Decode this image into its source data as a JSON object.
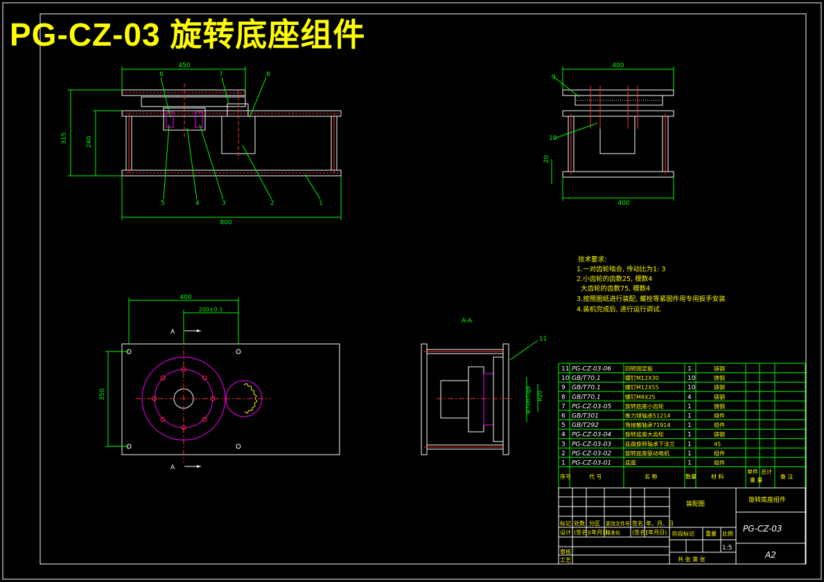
{
  "drawing": {
    "title": "PG-CZ-03 旋转底座组件",
    "colors": {
      "frame": "#ffffff",
      "part": "#ffffff",
      "dim": "#00ff00",
      "center": "#ff3333",
      "accent": "#ff00ff",
      "note": "#ffff00",
      "ring": "#ff00ff"
    }
  },
  "front_view": {
    "dims": {
      "top_width": "450",
      "height_total": "315",
      "height_inner": "240",
      "base_width": "800"
    },
    "callouts": [
      "6",
      "7",
      "8",
      "5",
      "4",
      "3",
      "2",
      "1"
    ]
  },
  "side_view": {
    "dims": {
      "top_width": "400",
      "bottom_width": "400",
      "small_height": "20"
    },
    "callouts": [
      "9",
      "10"
    ]
  },
  "top_view": {
    "dims": {
      "width": "400",
      "bolt_spacing": "200±0.1",
      "height": "350"
    },
    "section_marks": [
      "A",
      "A"
    ]
  },
  "section_view": {
    "label": "A-A",
    "dims": {
      "bore": "Φ70H7/g6",
      "radius": "R20"
    },
    "callouts": [
      "11"
    ]
  },
  "tech_notes": {
    "heading": "技术要求:",
    "lines": [
      "1.一对齿轮啮合, 传动比为1: 3",
      "2.小齿轮的齿数25, 模数4",
      "  大齿轮的齿数75, 模数4",
      "3.按照图纸进行装配, 螺栓等紧固件用专用扳手安装",
      "4.装机完成后, 进行运行调试."
    ]
  },
  "bom": {
    "rows": [
      {
        "no": "11",
        "code": "PG-CZ-03-06",
        "name": "回转固定板",
        "qty": "1",
        "material": "铸钢"
      },
      {
        "no": "10",
        "code": "GB/T70.1",
        "name": "螺钉M12X30",
        "qty": "10",
        "material": "铸钢"
      },
      {
        "no": "9",
        "code": "GB/T70.1",
        "name": "螺钉M12X55",
        "qty": "10",
        "material": "铸钢"
      },
      {
        "no": "8",
        "code": "GB/T70.1",
        "name": "螺钉M8X25",
        "qty": "4",
        "material": "铸钢"
      },
      {
        "no": "7",
        "code": "PG-CZ-03-05",
        "name": "旋转底座小齿轮",
        "qty": "1",
        "material": "铸钢"
      },
      {
        "no": "6",
        "code": "GB/T301",
        "name": "推力球轴承51214",
        "qty": "1",
        "material": "组件"
      },
      {
        "no": "5",
        "code": "GB/T292",
        "name": "角接触轴承71914",
        "qty": "1",
        "material": "组件"
      },
      {
        "no": "4",
        "code": "PG-CZ-03-04",
        "name": "旋转底座大齿轮",
        "qty": "1",
        "material": "铸钢"
      },
      {
        "no": "3",
        "code": "PG-CZ-03-03",
        "name": "底盘旋转轴承下法兰",
        "qty": "1",
        "material": "45"
      },
      {
        "no": "2",
        "code": "PG-CZ-03-02",
        "name": "旋转底座驱动电机",
        "qty": "1",
        "material": "组件"
      },
      {
        "no": "1",
        "code": "PG-CZ-03-01",
        "name": "底座",
        "qty": "1",
        "material": "组件"
      }
    ],
    "header": {
      "no": "序号",
      "code": "代 号",
      "name": "名 称",
      "qty": "数量",
      "material": "材 料",
      "unit": "单件",
      "total": "总计",
      "weight": "重 量",
      "remark": "备 注"
    }
  },
  "title_block": {
    "drawing_type": "装配图",
    "part_name": "旋转底座组件",
    "drawing_no": "PG-CZ-03",
    "sheet": "A2",
    "scale": "1:5",
    "row1": [
      "标记",
      "处数",
      "分区",
      "更改文件号",
      "签名",
      "年、月、日"
    ],
    "row2": [
      "设计",
      "(签名)",
      "(年月日)",
      "标准化",
      "(签名)",
      "(年月日)"
    ],
    "stage_label": "阶段标记",
    "weight_label": "重量",
    "scale_label": "比例",
    "check": "审核",
    "process": "工艺",
    "sheets": "共 张 第 张"
  }
}
